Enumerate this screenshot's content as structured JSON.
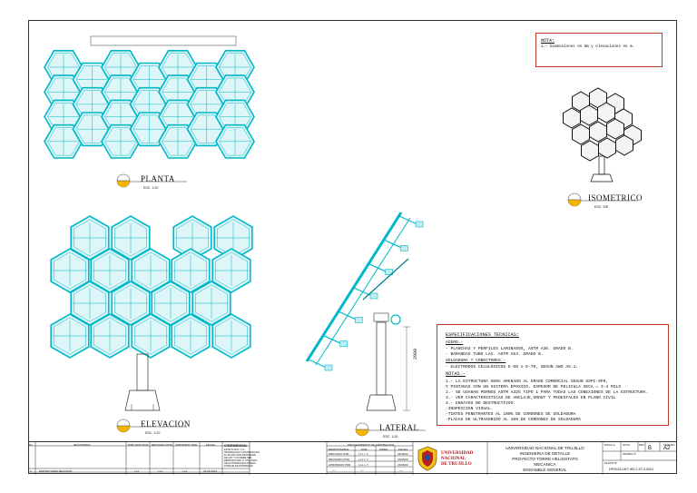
{
  "views": {
    "planta": {
      "title": "PLANTA",
      "scale": "ESC. 1:20"
    },
    "elevacion": {
      "title": "ELEVACION",
      "scale": "ESC. 1:20"
    },
    "lateral": {
      "title": "LATERAL",
      "scale": "ESC. 1:20"
    },
    "isometrico": {
      "title": "ISOMETRICO",
      "scale": "ESC. S/E"
    }
  },
  "dimension": "2900",
  "nota": {
    "title": "NOTA:",
    "line": "1.- Dimensiones en mm y elevaciones en m."
  },
  "specs": {
    "title": "ESPECIFICACIONES TECNICAS:",
    "acero_title": "ACERO.-",
    "acero_lines": [
      "- PLANCHAS Y PERFILES LAMINADOS, ASTM A36. GRADO B.",
      "- BARANDAS TUBO LAC. ASTM A53. GRADO B."
    ],
    "soldadura_title": "SOLDADURA Y CONECTORES.-",
    "soldadura_lines": [
      "- ELECTRODOS CELULOSICOS E-60 o E-70, SEGUN AWS A5.1."
    ],
    "notas_title": "NOTAS.-",
    "notas_lines": [
      "1.- LA ESTRUCTURA SERA ARENADO AL GRADO COMERCIAL SEGUN SSPC-SP6,",
      "    Y PINTADAS CON UN SISTEMA EPOXICO. ESPESOR DE   PELICULA SECA = 3-4 MILS",
      "2.- SE USARAN PERNOS ASTM A325 TIPO 1 PARA TODAS LAS CONEXIONES DE LA ESTRUCTURA.",
      "3.- VER CARACTERISTICAS DE ANCLAJE,GROUT Y PEDESTALES EN PLANO CIVIL",
      "4.- ENSAYOS NO DESTRUCTIVOS:",
      "    -INSPECCION VISUAL.",
      "    -TINTES PENETRANTES AL 100% DE CORDONES DE SOLDADURA",
      "    -PLACAS DE ULTRASONIDO AL 10% DE CORDONES DE SOLDADURA"
    ]
  },
  "revisions": {
    "headers": [
      "No.",
      "REVISIONES",
      "DIBUJADO POR",
      "REVISADO POR",
      "APROBADO POR",
      "FECHA"
    ],
    "row": [
      "0",
      "EMITIDO PARA REVISION",
      "L.H.",
      "L.H.",
      "L.H.",
      "24.06.2023"
    ],
    "confidencial_title": "CONFIDENCIAL",
    "confidencial_lines": [
      "ESTE PLANO Y LA",
      "INFORMACION CONTENIDA EN",
      "EL PLANO SON PROPIEDAD",
      "DE UNT Y NO DEBE SER",
      "REPRODUCIDO O UTILIZADO",
      "SIN AUTORIZACION PREVIA",
      "PORQUE DE PROPIEDAD"
    ]
  },
  "approval": {
    "title": "PROCEDIMIENTO DE APROBACION",
    "headers": [
      "RESPONSABLE",
      "POR",
      "FIRMA",
      "FECHA"
    ],
    "rows": [
      [
        "DIBUJADO POR",
        "L.H. L.Y.",
        "",
        "24/06/23"
      ],
      [
        "REVISADO POR",
        "L.H. L.Y.",
        "",
        "24/06/23"
      ],
      [
        "APROBADO POR",
        "L.H. L.Y.",
        "",
        "24/06/23"
      ],
      [
        "----",
        "----",
        "",
        "----"
      ]
    ]
  },
  "university": {
    "line1": "UNIVERSIDAD",
    "line2": "NACIONAL",
    "line3": "DE TRUJILLO"
  },
  "project": {
    "lines": [
      "UNIVERSIDAD NACIONAL DE TRUJILLO",
      "INGENIERIA DE DETALLE",
      "PROYECTO TORRE HELIOSTATO",
      "MECANICA",
      "ENSAMBLE GENERAL"
    ]
  },
  "sheetinfo": {
    "escala_label": "ESCALA",
    "hoja_label": "HOJA",
    "rev_label": "REV.",
    "tamano_label": "TAMAÑO",
    "orden_label": "ORDEN N°",
    "plano_label": "PLANO N°",
    "rev_value": "B",
    "size_value": "A2",
    "drawing_number": "HP2023-UNT-HELT-ST-0-0001"
  },
  "colors": {
    "struct": "#00b8c8",
    "struct_dark": "#007f8c",
    "accent": "#c0392b",
    "line": "#222222"
  }
}
